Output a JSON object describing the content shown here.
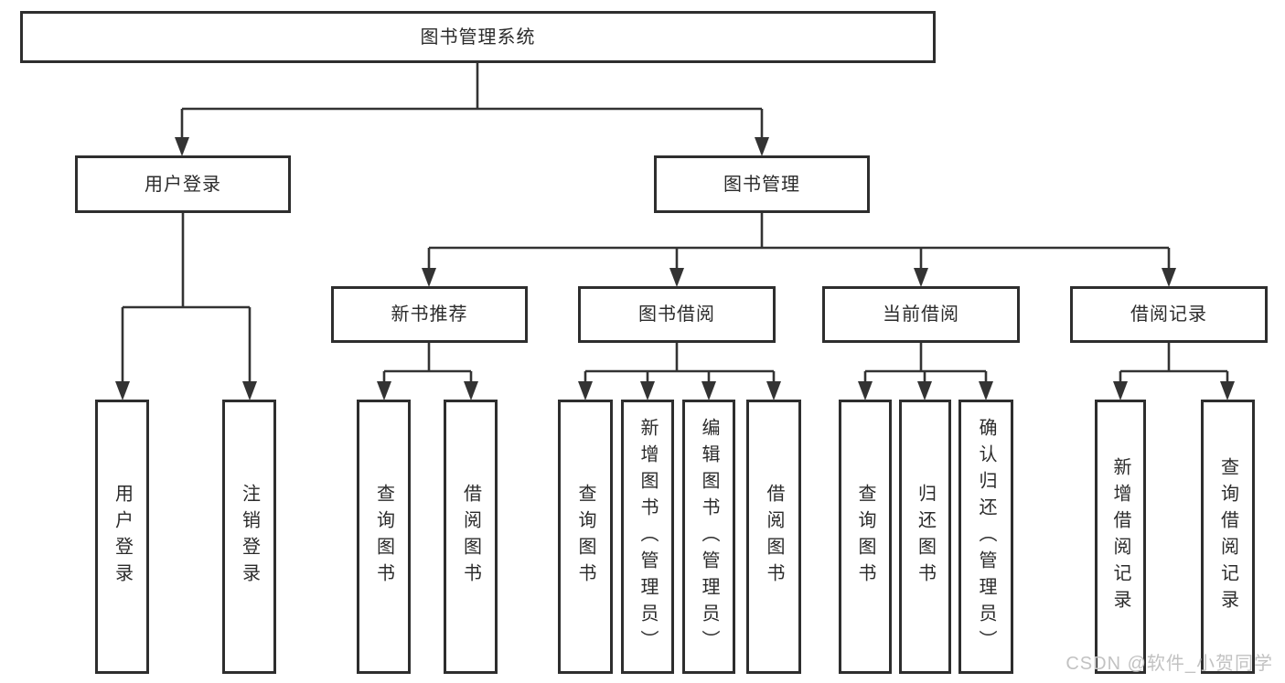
{
  "diagram_title": "图书管理系统",
  "tree": {
    "root": {
      "label": "图书管理系统",
      "children": [
        {
          "label": "用户登录",
          "children": [
            {
              "label": "用户登录"
            },
            {
              "label": "注销登录"
            }
          ]
        },
        {
          "label": "图书管理",
          "children": [
            {
              "label": "新书推荐",
              "children": [
                {
                  "label": "查询图书"
                },
                {
                  "label": "借阅图书"
                }
              ]
            },
            {
              "label": "图书借阅",
              "children": [
                {
                  "label": "查询图书"
                },
                {
                  "label": "新增图书（管理员）"
                },
                {
                  "label": "编辑图书（管理员）"
                },
                {
                  "label": "借阅图书"
                }
              ]
            },
            {
              "label": "当前借阅",
              "children": [
                {
                  "label": "查询图书"
                },
                {
                  "label": "归还图书"
                },
                {
                  "label": "确认归还（管理员）"
                }
              ]
            },
            {
              "label": "借阅记录",
              "children": [
                {
                  "label": "新增借阅记录"
                },
                {
                  "label": "查询借阅记录"
                }
              ]
            }
          ]
        }
      ]
    }
  },
  "watermark": {
    "text": "CSDN @软件_小贺同学"
  },
  "colors": {
    "background": "#ffffff",
    "line": "#333333",
    "box_border": "#2e2e2e",
    "text": "#2b2b2b",
    "watermark": "#c2c2c2"
  }
}
